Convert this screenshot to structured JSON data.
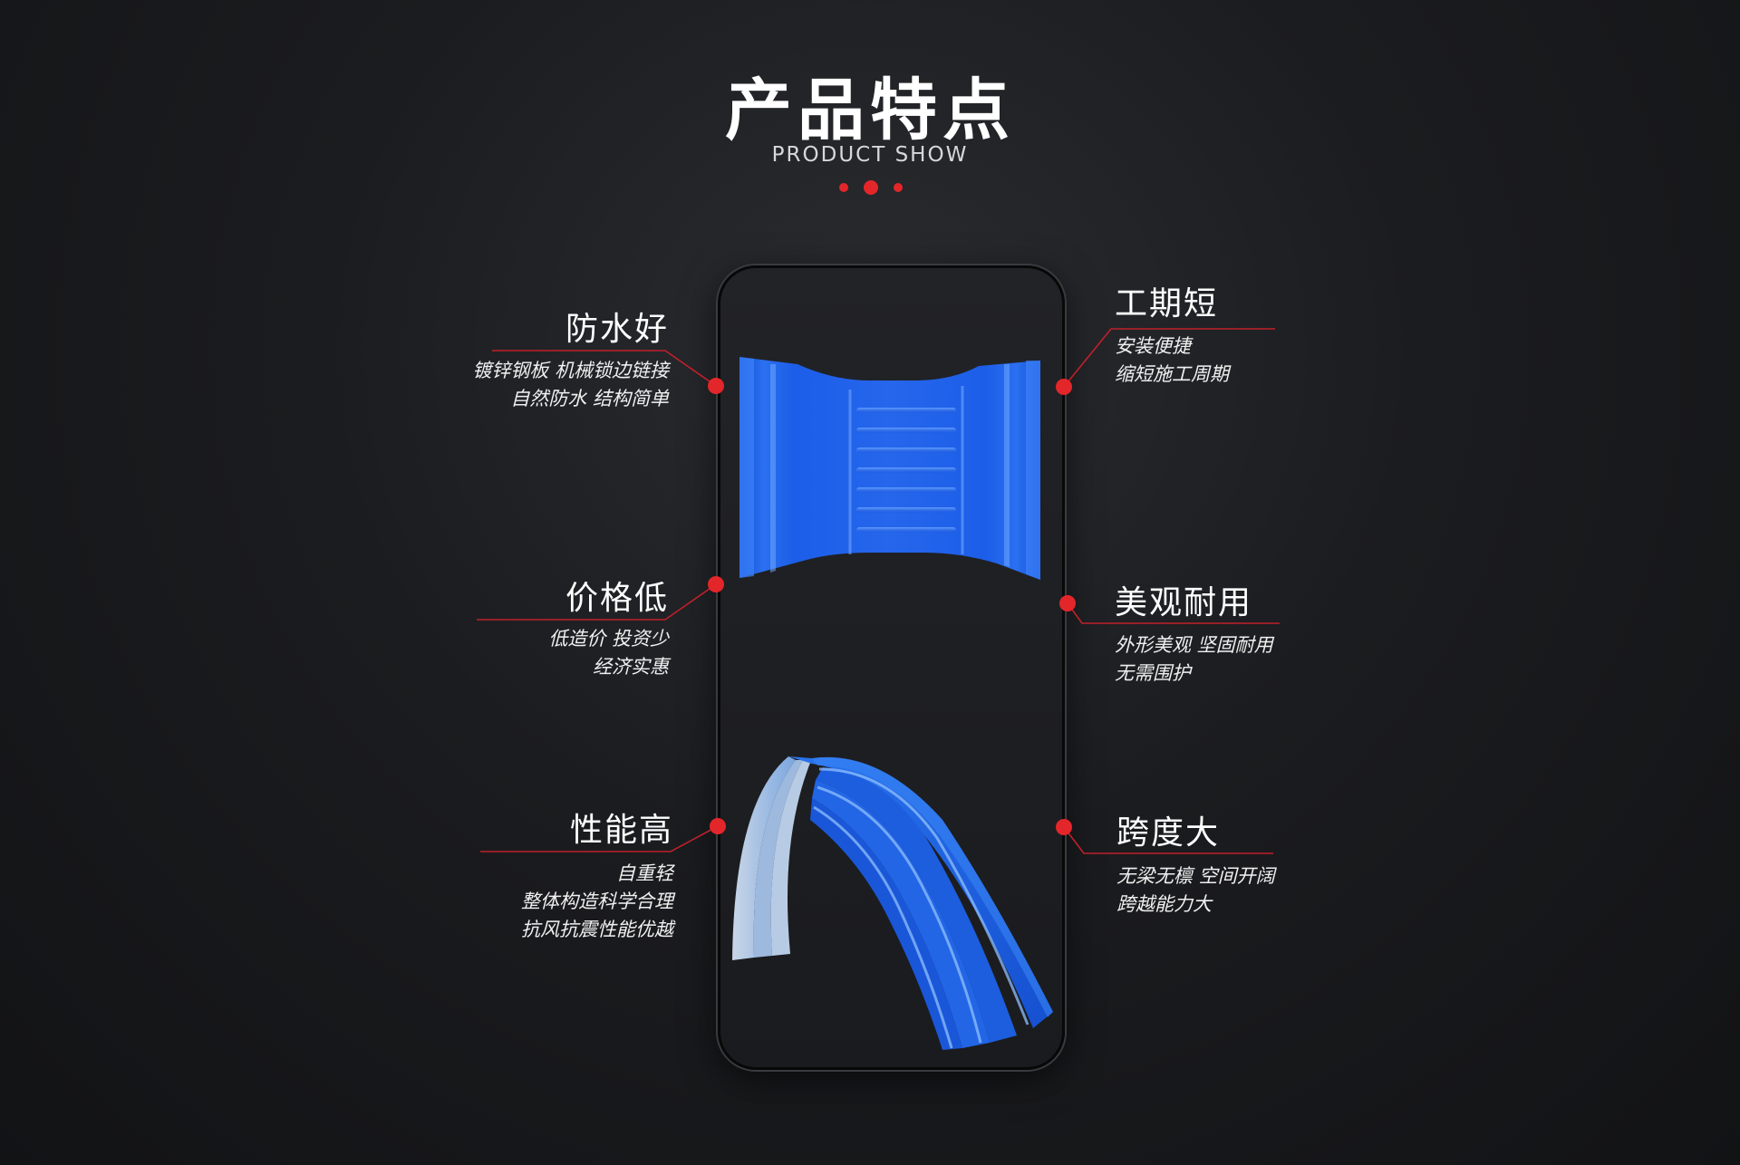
{
  "header": {
    "title": "产品特点",
    "subtitle": "PRODUCT SHOW"
  },
  "colors": {
    "accent": "#e3262a",
    "product_blue": "#1f5fe0",
    "background": "#1b1c1f"
  },
  "features": {
    "waterproof": {
      "title": "防水好",
      "lines": [
        "镀锌钢板 机械锁边链接",
        "自然防水 结构简单"
      ]
    },
    "price": {
      "title": "价格低",
      "lines": [
        "低造价 投资少",
        "经济实惠"
      ]
    },
    "performance": {
      "title": "性能高",
      "lines": [
        "自重轻",
        "整体构造科学合理",
        "抗风抗震性能优越"
      ]
    },
    "schedule": {
      "title": "工期短",
      "lines": [
        "安装便捷",
        "缩短施工周期"
      ]
    },
    "appearance": {
      "title": "美观耐用",
      "lines": [
        "外形美观 坚固耐用",
        "无需围护"
      ]
    },
    "span": {
      "title": "跨度大",
      "lines": [
        "无梁无檩 空间开阔",
        "跨越能力大"
      ]
    }
  }
}
